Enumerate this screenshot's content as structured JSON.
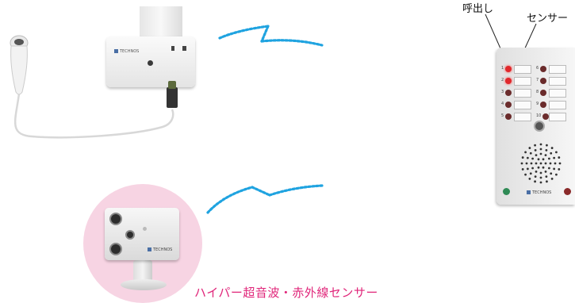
{
  "labels": {
    "call": "呼出し",
    "sensor": "センサー"
  },
  "caption": "ハイパー超音波・赤外線センサー",
  "brand": "TECHNOS",
  "panel": {
    "left_numbers": [
      "1",
      "2",
      "3",
      "4",
      "5"
    ],
    "right_numbers": [
      "6",
      "7",
      "8",
      "9",
      "10"
    ],
    "active_leds": [
      "1",
      "2"
    ]
  },
  "colors": {
    "caption": "#e0267a",
    "wave": "#1fa3e0",
    "pink_circle": "#f7d4e3",
    "led_active": "#e0282c"
  },
  "icons": [
    "wireless-wave-icon",
    "speaker-grille-icon",
    "pendant-switch-icon"
  ]
}
